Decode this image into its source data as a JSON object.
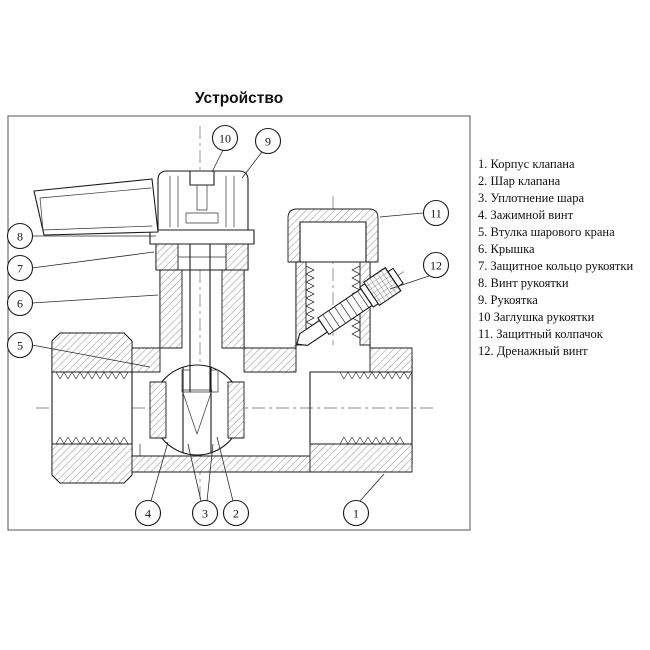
{
  "title": "Устройство",
  "legend": [
    "1. Корпус клапана",
    "2. Шар клапана",
    "3. Уплотнение шара",
    "4. Зажимной винт",
    "5. Втулка шарового крана",
    "6. Крышка",
    "7. Защитное кольцо рукоятки",
    "8. Винт рукоятки",
    "9. Рукоятка",
    "10 Заглушка рукоятки",
    "11. Защитный колпачок",
    "12. Дренажный винт"
  ],
  "callouts": [
    "1",
    "2",
    "3",
    "4",
    "5",
    "6",
    "7",
    "8",
    "9",
    "10",
    "11",
    "12"
  ]
}
